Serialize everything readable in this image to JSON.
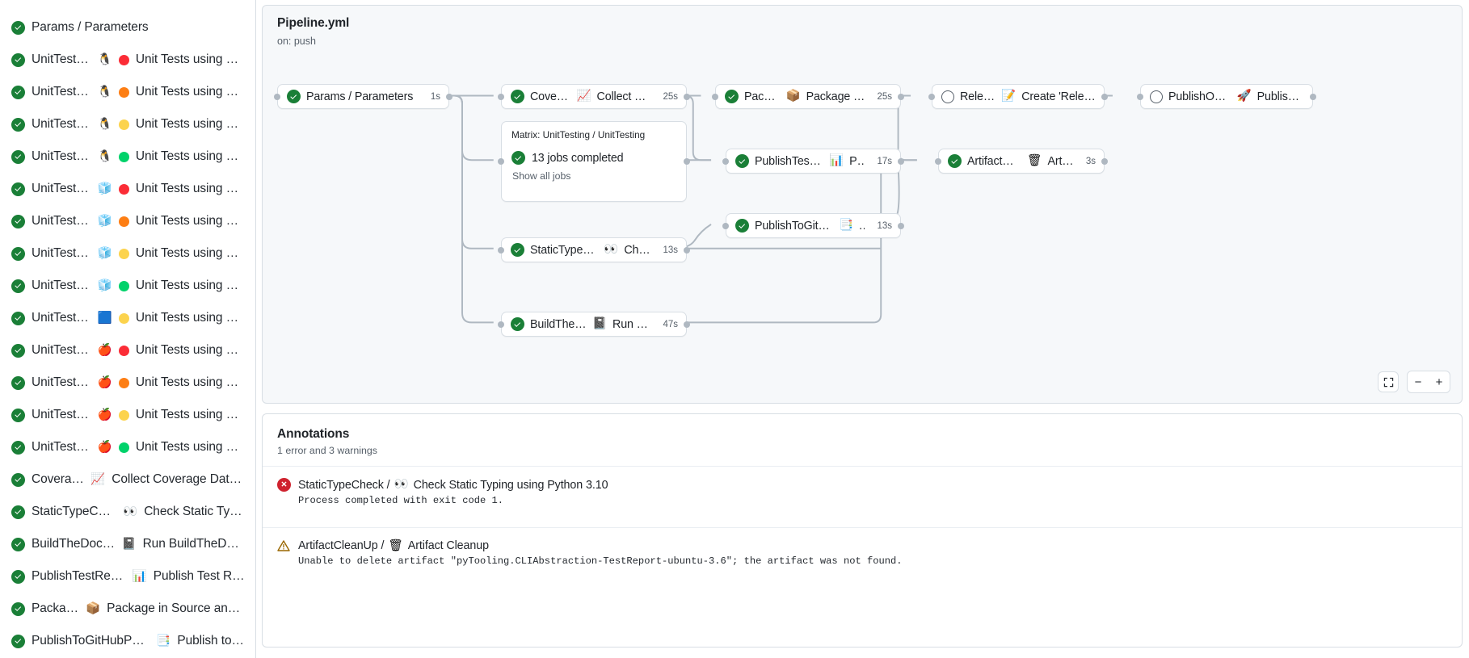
{
  "sidebar": {
    "items": [
      {
        "status": "success",
        "label": "Params / Parameters",
        "emojis": [],
        "dots": []
      },
      {
        "status": "success",
        "label": "UnitTesting / ",
        "emojis": [
          "🐧"
        ],
        "dots": [
          "#fb2c36"
        ],
        "tail": "Unit Tests using Pyth..."
      },
      {
        "status": "success",
        "label": "UnitTesting / ",
        "emojis": [
          "🐧"
        ],
        "dots": [
          "#fd7e14"
        ],
        "tail": "Unit Tests using Pyth..."
      },
      {
        "status": "success",
        "label": "UnitTesting / ",
        "emojis": [
          "🐧"
        ],
        "dots": [
          "#fcd34d"
        ],
        "tail": "Unit Tests using Pyth..."
      },
      {
        "status": "success",
        "label": "UnitTesting / ",
        "emojis": [
          "🐧"
        ],
        "dots": [
          "#00d26a"
        ],
        "tail": "Unit Tests using Pyth..."
      },
      {
        "status": "success",
        "label": "UnitTesting / ",
        "emojis": [
          "🧊"
        ],
        "dots": [
          "#fb2c36"
        ],
        "tail": "Unit Tests using Pyth..."
      },
      {
        "status": "success",
        "label": "UnitTesting / ",
        "emojis": [
          "🧊"
        ],
        "dots": [
          "#fd7e14"
        ],
        "tail": "Unit Tests using Pyth..."
      },
      {
        "status": "success",
        "label": "UnitTesting / ",
        "emojis": [
          "🧊"
        ],
        "dots": [
          "#fcd34d"
        ],
        "tail": "Unit Tests using Pyth..."
      },
      {
        "status": "success",
        "label": "UnitTesting / ",
        "emojis": [
          "🧊"
        ],
        "dots": [
          "#00d26a"
        ],
        "tail": "Unit Tests using Pyth..."
      },
      {
        "status": "success",
        "label": "UnitTesting / ",
        "emojis": [
          "🟦"
        ],
        "dots": [
          "#fcd34d"
        ],
        "tail": "Unit Tests using Pyth..."
      },
      {
        "status": "success",
        "label": "UnitTesting / ",
        "emojis": [
          "🍎"
        ],
        "dots": [
          "#fb2c36"
        ],
        "tail": "Unit Tests using Pyth..."
      },
      {
        "status": "success",
        "label": "UnitTesting / ",
        "emojis": [
          "🍎"
        ],
        "dots": [
          "#fd7e14"
        ],
        "tail": "Unit Tests using Pyth..."
      },
      {
        "status": "success",
        "label": "UnitTesting / ",
        "emojis": [
          "🍎"
        ],
        "dots": [
          "#fcd34d"
        ],
        "tail": "Unit Tests using Pyth..."
      },
      {
        "status": "success",
        "label": "UnitTesting / ",
        "emojis": [
          "🍎"
        ],
        "dots": [
          "#00d26a"
        ],
        "tail": "Unit Tests using Pyth..."
      },
      {
        "status": "success",
        "label": "Coverage / ",
        "emojis": [
          "📈"
        ],
        "dots": [],
        "tail": "Collect Coverage Data usi..."
      },
      {
        "status": "success",
        "label": "StaticTypeCheck / ",
        "emojis": [
          "👀"
        ],
        "dots": [],
        "tail": "Check Static Typing..."
      },
      {
        "status": "success",
        "label": "BuildTheDocs / ",
        "emojis": [
          "📓"
        ],
        "dots": [],
        "tail": "Run BuildTheDocs"
      },
      {
        "status": "success",
        "label": "PublishTestResults / ",
        "emojis": [
          "📊"
        ],
        "dots": [],
        "tail": "Publish Test Resu..."
      },
      {
        "status": "success",
        "label": "Package / ",
        "emojis": [
          "📦"
        ],
        "dots": [],
        "tail": "Package in Source and Wh..."
      },
      {
        "status": "success",
        "label": "PublishToGitHubPages / ",
        "emojis": [
          "📑"
        ],
        "dots": [],
        "tail": "Publish to G..."
      }
    ]
  },
  "graph": {
    "title": "Pipeline.yml",
    "trigger": "on: push",
    "nodes": [
      {
        "id": "params",
        "status": "success",
        "label": "Params / Parameters",
        "emoji": "",
        "time": "1s"
      },
      {
        "id": "coverage",
        "status": "success",
        "label": "Coverage / ",
        "emoji": "📈",
        "tail": "Collect Cove...",
        "time": "25s"
      },
      {
        "id": "package",
        "status": "success",
        "label": "Package / ",
        "emoji": "📦",
        "tail": "Package in So...",
        "time": "25s"
      },
      {
        "id": "release",
        "status": "neutral",
        "label": "Release / ",
        "emoji": "📝",
        "tail": "Create 'Release P...",
        "time": ""
      },
      {
        "id": "pypi",
        "status": "neutral",
        "label": "PublishOnPyPI / ",
        "emoji": "🚀",
        "tail": "Publish to ...",
        "time": ""
      },
      {
        "id": "ptr",
        "status": "success",
        "label": "PublishTestResults / ",
        "emoji": "📊",
        "tail": "Pu...",
        "time": "17s"
      },
      {
        "id": "acu",
        "status": "success",
        "label": "ArtifactCleanUp / ",
        "emoji": "🗑",
        "tail": "Artifac...",
        "time": "3s"
      },
      {
        "id": "pghp",
        "status": "success",
        "label": "PublishToGitHubPages / ",
        "emoji": "📑",
        "tail": "...",
        "time": "13s"
      },
      {
        "id": "stc",
        "status": "success",
        "label": "StaticTypeCheck / ",
        "emoji": "👀",
        "tail": "Chec...",
        "time": "13s"
      },
      {
        "id": "btd",
        "status": "success",
        "label": "BuildTheDocs / ",
        "emoji": "📓",
        "tail": "Run Buil...",
        "time": "47s"
      }
    ],
    "matrix": {
      "header": "Matrix: UnitTesting / UnitTesting",
      "status": "success",
      "count_label": "13 jobs completed",
      "show_all_label": "Show all jobs"
    },
    "controls": {
      "fit_label": "fit-screen-icon",
      "zoom_out_label": "−",
      "zoom_in_label": "+"
    }
  },
  "annotations": {
    "title": "Annotations",
    "summary": "1 error and 3 warnings",
    "rows": [
      {
        "severity": "error",
        "heading_pre": "StaticTypeCheck / ",
        "emoji": "👀",
        "heading_post": "Check Static Typing using Python 3.10",
        "message": "Process completed with exit code 1."
      },
      {
        "severity": "warning",
        "heading_pre": "ArtifactCleanUp / ",
        "emoji": "🗑",
        "heading_post": "Artifact Cleanup",
        "message": "Unable to delete artifact \"pyTooling.CLIAbstraction-TestReport-ubuntu-3.6\"; the artifact was not found."
      }
    ]
  },
  "colors": {
    "success": "#1a7f37",
    "error": "#cf222e",
    "warning": "#9a6700",
    "border": "#d8dee4",
    "canvas": "#f6f8fa",
    "text": "#1f2328",
    "muted": "#57606a"
  }
}
